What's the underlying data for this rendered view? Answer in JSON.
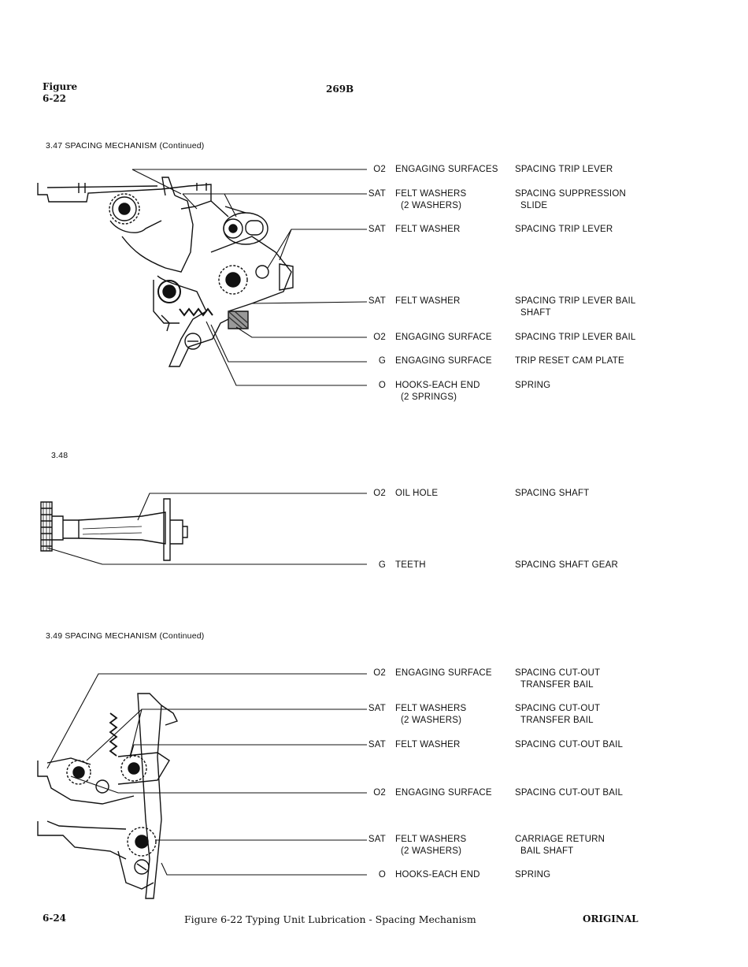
{
  "header": {
    "figure_label": "Figure",
    "figure_number": "6-22",
    "model": "269B"
  },
  "sections": [
    {
      "title": "3.47  SPACING MECHANISM (Continued)",
      "rows": [
        {
          "code": "O2",
          "point": "ENGAGING SURFACES",
          "point2": "",
          "part": "SPACING TRIP LEVER",
          "part2": ""
        },
        {
          "code": "SAT",
          "point": "FELT WASHERS",
          "point2": "(2 WASHERS)",
          "part": "SPACING SUPPRESSION",
          "part2": "SLIDE"
        },
        {
          "code": "SAT",
          "point": "FELT WASHER",
          "point2": "",
          "part": "SPACING TRIP LEVER",
          "part2": ""
        },
        {
          "code": "SAT",
          "point": "FELT WASHER",
          "point2": "",
          "part": "SPACING TRIP LEVER BAIL",
          "part2": "SHAFT"
        },
        {
          "code": "O2",
          "point": "ENGAGING SURFACE",
          "point2": "",
          "part": "SPACING TRIP LEVER BAIL",
          "part2": ""
        },
        {
          "code": "G",
          "point": "ENGAGING SURFACE",
          "point2": "",
          "part": "TRIP RESET CAM PLATE",
          "part2": ""
        },
        {
          "code": "O",
          "point": "HOOKS-EACH END",
          "point2": "(2 SPRINGS)",
          "part": "SPRING",
          "part2": ""
        }
      ]
    },
    {
      "title": "3.48",
      "rows": [
        {
          "code": "O2",
          "point": "OIL HOLE",
          "point2": "",
          "part": "SPACING SHAFT",
          "part2": ""
        },
        {
          "code": "G",
          "point": "TEETH",
          "point2": "",
          "part": "SPACING SHAFT GEAR",
          "part2": ""
        }
      ]
    },
    {
      "title": "3.49  SPACING MECHANISM (Continued)",
      "rows": [
        {
          "code": "O2",
          "point": "ENGAGING SURFACE",
          "point2": "",
          "part": "SPACING CUT-OUT",
          "part2": "TRANSFER BAIL"
        },
        {
          "code": "SAT",
          "point": "FELT WASHERS",
          "point2": "(2 WASHERS)",
          "part": "SPACING CUT-OUT",
          "part2": "TRANSFER BAIL"
        },
        {
          "code": "SAT",
          "point": "FELT WASHER",
          "point2": "",
          "part": "SPACING CUT-OUT BAIL",
          "part2": ""
        },
        {
          "code": "O2",
          "point": "ENGAGING SURFACE",
          "point2": "",
          "part": "SPACING CUT-OUT BAIL",
          "part2": ""
        },
        {
          "code": "SAT",
          "point": "FELT WASHERS",
          "point2": "(2 WASHERS)",
          "part": "CARRIAGE RETURN",
          "part2": "BAIL SHAFT"
        },
        {
          "code": "O",
          "point": "HOOKS-EACH END",
          "point2": "",
          "part": "SPRING",
          "part2": ""
        }
      ]
    }
  ],
  "footer": {
    "page": "6-24",
    "caption": "Figure 6-22   Typing Unit Lubrication - Spacing Mechanism",
    "status": "ORIGINAL"
  }
}
